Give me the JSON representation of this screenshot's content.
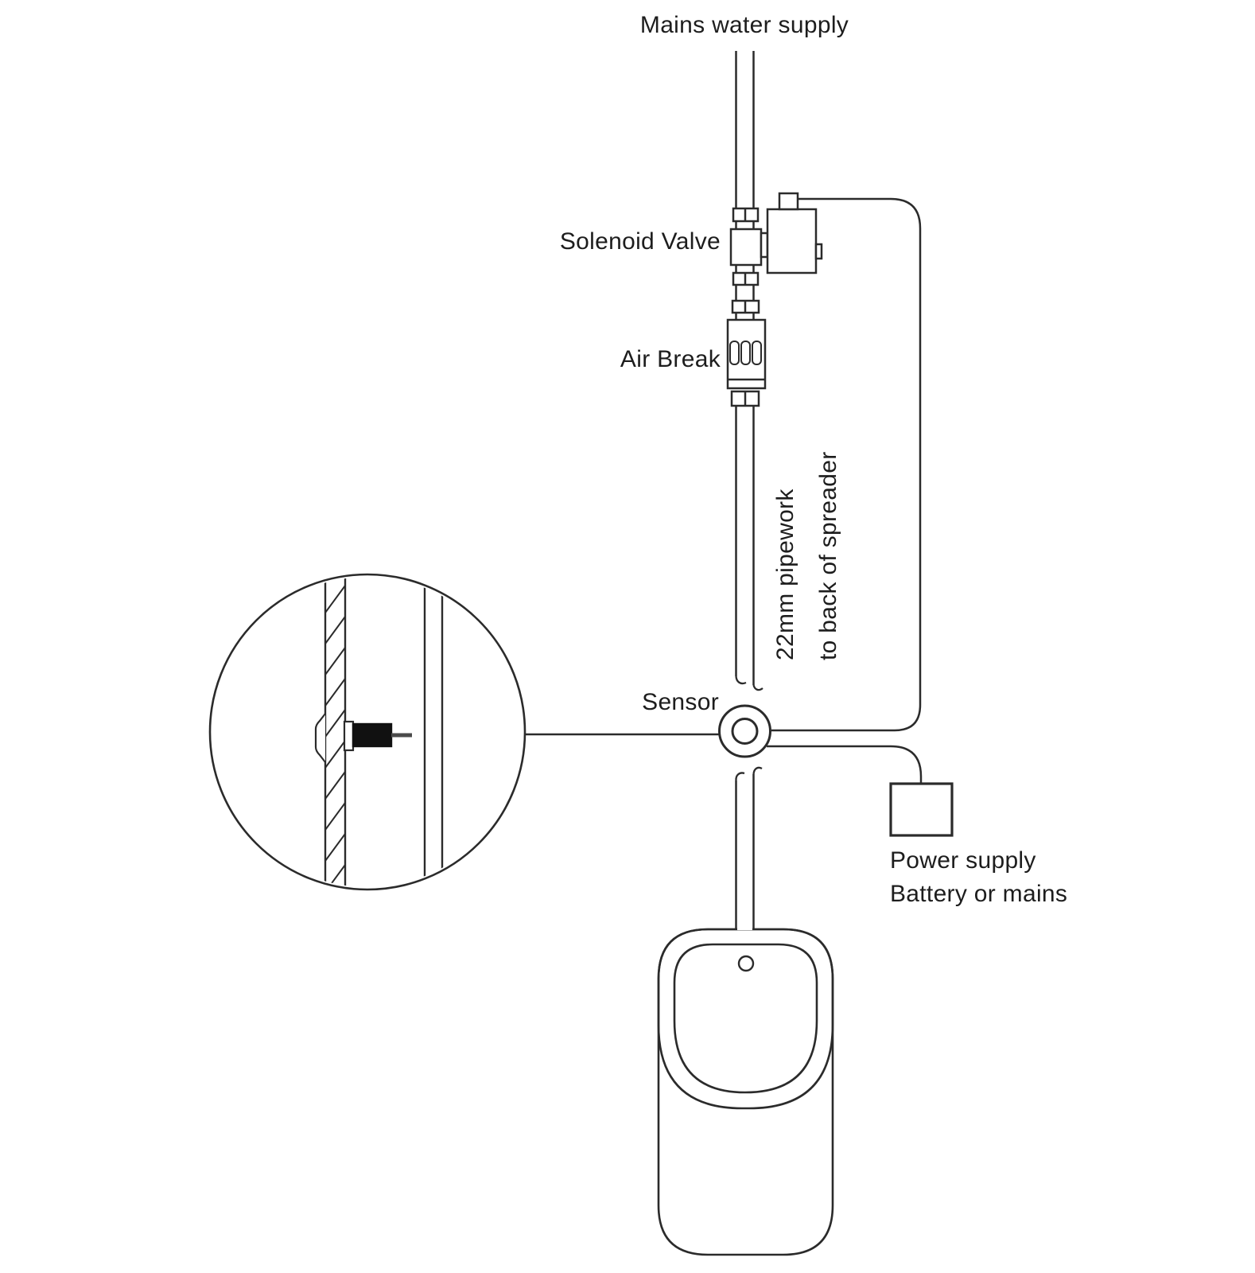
{
  "diagram": {
    "labels": {
      "mains_water_supply": "Mains water supply",
      "solenoid_valve": "Solenoid Valve",
      "air_break": "Air Break",
      "pipework_line1": "22mm pipework",
      "pipework_line2": "to back of spreader",
      "sensor": "Sensor",
      "power_supply_line1": "Power supply",
      "power_supply_line2": "Battery or mains"
    },
    "colors": {
      "line": "#2b2b2b",
      "text": "#1d1d1d",
      "background": "#ffffff",
      "sensor_body_fill": "#111111",
      "sensor_probe": "#4a4a4a"
    }
  }
}
